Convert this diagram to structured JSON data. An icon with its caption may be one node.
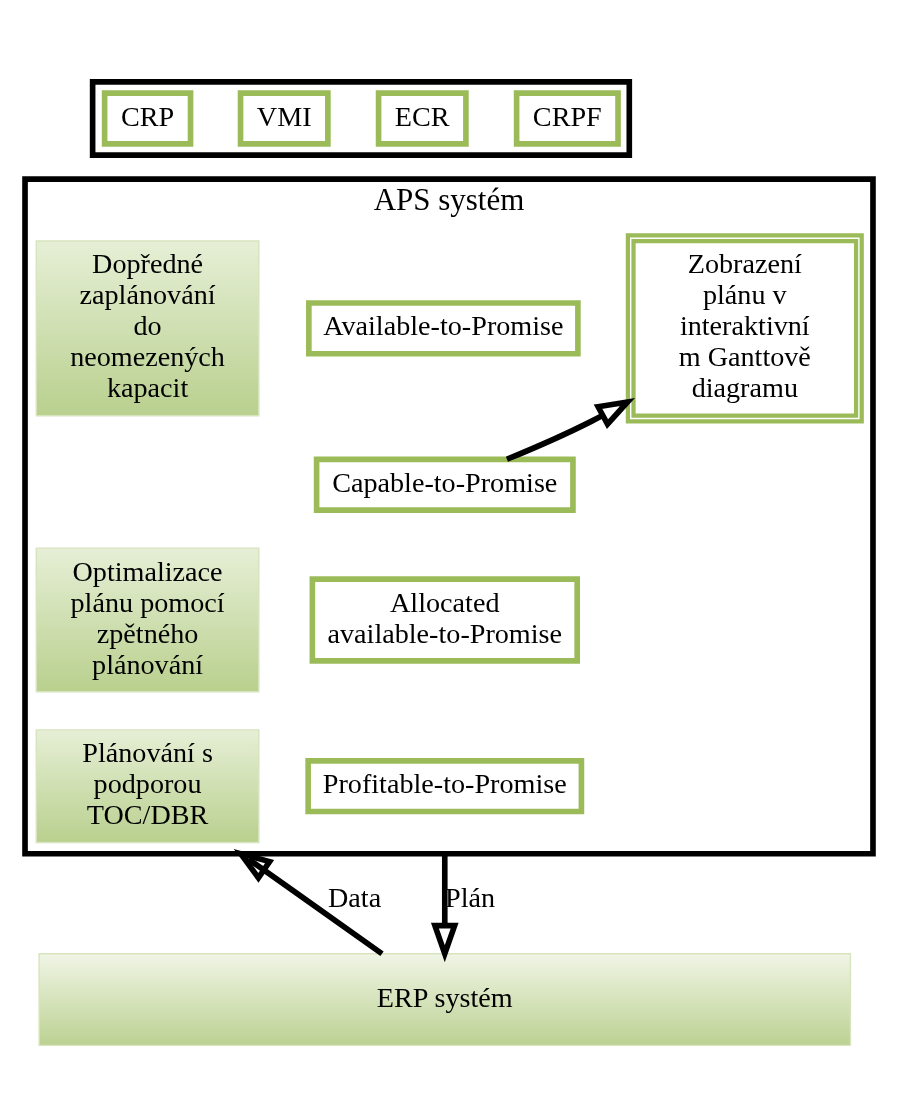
{
  "diagram": {
    "nodes": [
      {
        "text": [],
        "shape": "box"
      },
      {
        "text": [
          "CRP"
        ],
        "in": 0
      },
      {
        "text": [
          "VMI"
        ],
        "in": 0
      },
      {
        "text": [
          "ECR"
        ],
        "in": 0
      },
      {
        "text": [
          "CRPF"
        ],
        "in": 0
      },
      {
        "text": [
          "APS systém"
        ]
      },
      {
        "text": [
          "Dopředné zaplánování do neomezených kapacit"
        ],
        "in": 5
      },
      {
        "text": [
          "Optimalizace plánu pomocí zpětného plánování"
        ],
        "in": 5
      },
      {
        "text": [
          "Plánování s podporou TOC/DBR"
        ],
        "in": 5
      },
      {
        "text": [
          "Available-to-Promise"
        ],
        "in": 5
      },
      {
        "text": [
          "Capable-to-Promise"
        ],
        "in": 5
      },
      {
        "text": [
          "Allocated available-to-Promise"
        ],
        "in": 5
      },
      {
        "text": [
          "Profitable-to-Promise"
        ],
        "in": 5
      },
      {
        "text": [
          "Zobrazení plánu v interaktivní m Ganttově diagramu"
        ],
        "in": 5
      },
      {
        "text": [
          "ERP systém"
        ]
      }
    ],
    "edges": [
      {
        "from": 10,
        "to": 13,
        "arrow": "to"
      },
      {
        "from": 5,
        "to": 14,
        "arrow": "to",
        "label": "Plán"
      },
      {
        "from": 14,
        "to": 5,
        "arrow": "to",
        "label": "Data"
      }
    ]
  }
}
